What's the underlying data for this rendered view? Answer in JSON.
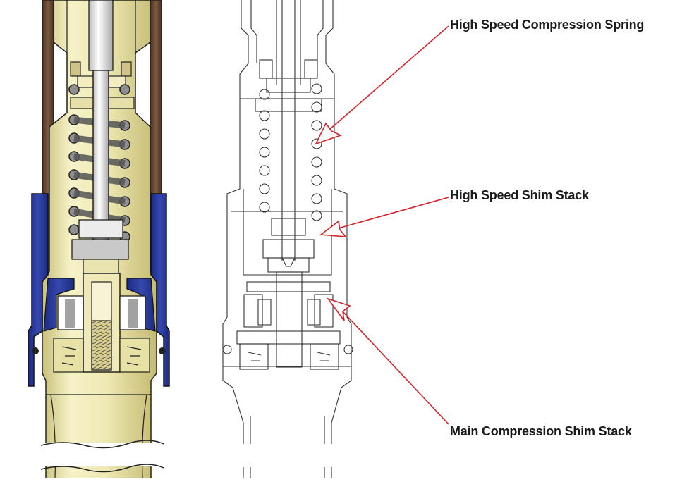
{
  "callouts": {
    "high_speed_spring": "High Speed Compression Spring",
    "high_speed_shim": "High Speed Shim Stack",
    "main_compression_shim": "Main Compression Shim Stack"
  },
  "colors": {
    "callout_arrow": "#d6232a",
    "fork_tube": "#f0ecb8",
    "fork_tube_shade": "#d9d08a",
    "cartridge_body": "#e8e4c4",
    "base_valve_housing": "#2c3b9a",
    "outer_leg": "#6b4a33",
    "spring": "#909090",
    "line_art": "#222222"
  }
}
